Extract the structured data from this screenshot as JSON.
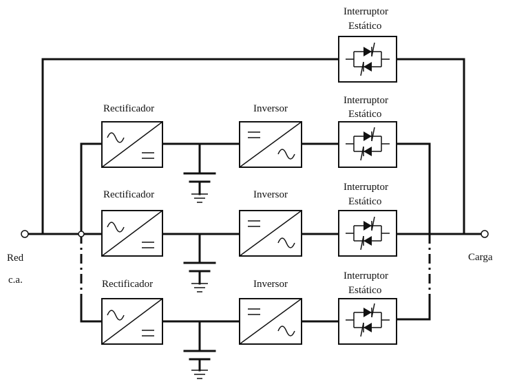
{
  "labels": {
    "red_line1": "Red",
    "red_line2": "c.a.",
    "carga": "Carga",
    "rectificador": "Rectificador",
    "inversor": "Inversor",
    "interruptor_line1": "Interruptor",
    "interruptor_line2": "Estático"
  }
}
